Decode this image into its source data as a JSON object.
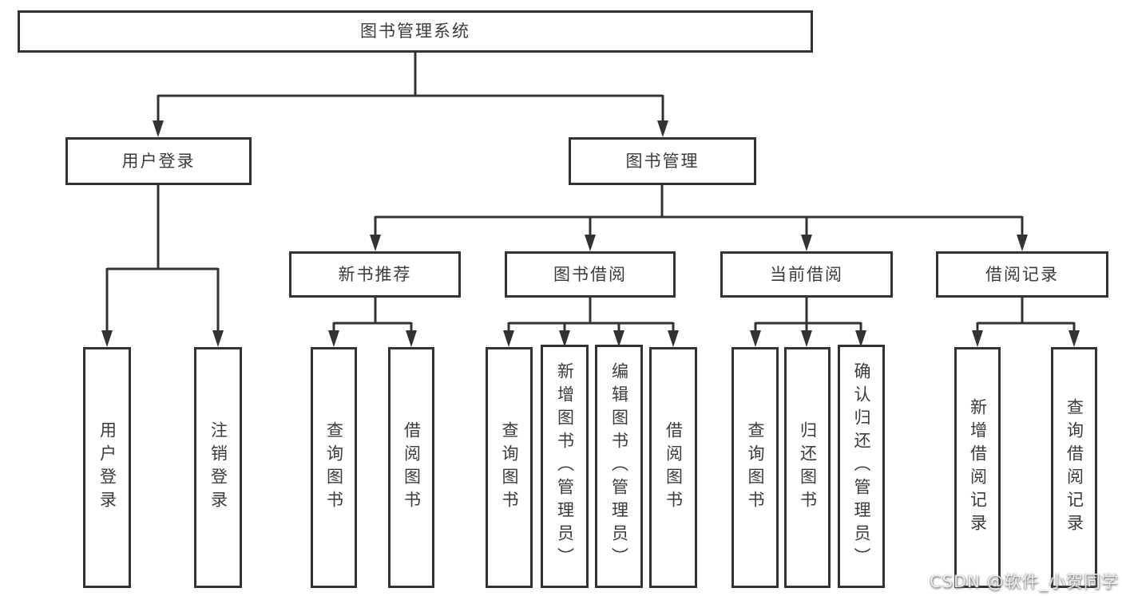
{
  "diagram": {
    "root": {
      "label": "图书管理系统",
      "children": [
        {
          "label": "用户登录",
          "children": [
            {
              "label": "用户登录"
            },
            {
              "label": "注销登录"
            }
          ]
        },
        {
          "label": "图书管理",
          "children": [
            {
              "label": "新书推荐",
              "children": [
                {
                  "label": "查询图书"
                },
                {
                  "label": "借阅图书"
                }
              ]
            },
            {
              "label": "图书借阅",
              "children": [
                {
                  "label": "查询图书"
                },
                {
                  "label": "新增图书（管理员）"
                },
                {
                  "label": "编辑图书（管理员）"
                },
                {
                  "label": "借阅图书"
                }
              ]
            },
            {
              "label": "当前借阅",
              "children": [
                {
                  "label": "查询图书"
                },
                {
                  "label": "归还图书"
                },
                {
                  "label": "确认归还（管理员）"
                }
              ]
            },
            {
              "label": "借阅记录",
              "children": [
                {
                  "label": "新增借阅记录"
                },
                {
                  "label": "查询借阅记录"
                }
              ]
            }
          ]
        }
      ]
    },
    "colors": {
      "line": "#333333",
      "border": "#333333",
      "text": "#3b3b3b",
      "background": "#ffffff"
    }
  },
  "watermark": {
    "text": "CSDN @软件_小贺同学"
  }
}
